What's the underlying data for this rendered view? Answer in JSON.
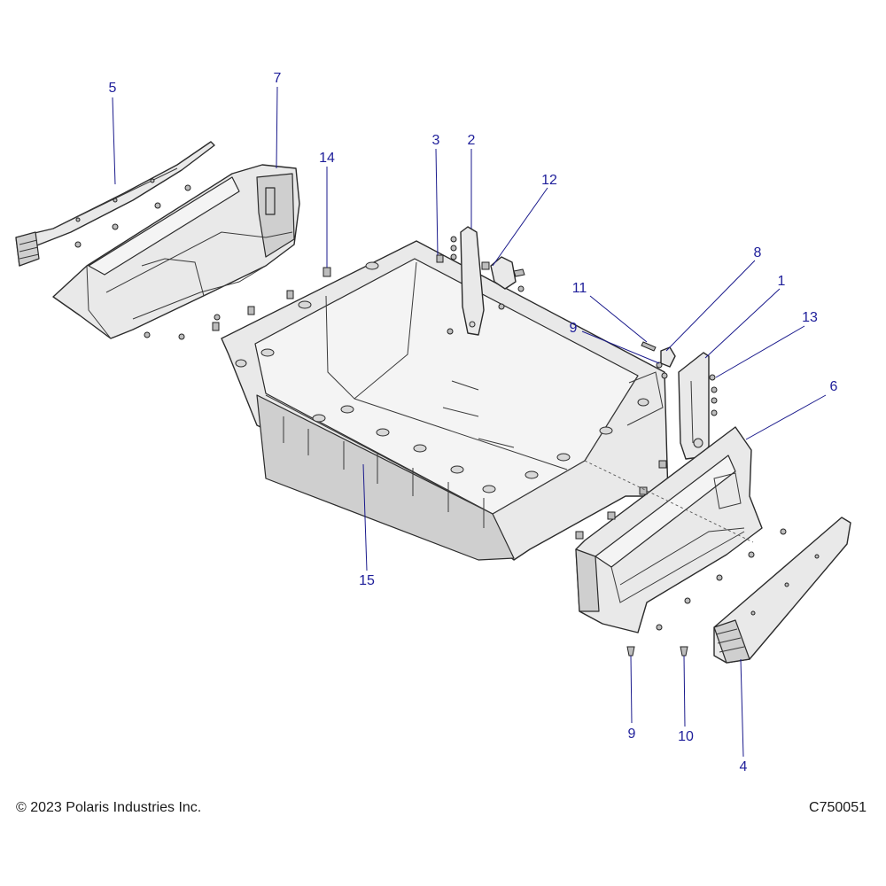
{
  "callouts": [
    {
      "id": "5",
      "text": "5"
    },
    {
      "id": "7",
      "text": "7"
    },
    {
      "id": "14",
      "text": "14"
    },
    {
      "id": "3",
      "text": "3"
    },
    {
      "id": "2",
      "text": "2"
    },
    {
      "id": "12",
      "text": "12"
    },
    {
      "id": "8",
      "text": "8"
    },
    {
      "id": "1",
      "text": "1"
    },
    {
      "id": "11",
      "text": "11"
    },
    {
      "id": "13",
      "text": "13"
    },
    {
      "id": "9a",
      "text": "9"
    },
    {
      "id": "6",
      "text": "6"
    },
    {
      "id": "15",
      "text": "15"
    },
    {
      "id": "9b",
      "text": "9"
    },
    {
      "id": "10",
      "text": "10"
    },
    {
      "id": "4",
      "text": "4"
    }
  ],
  "footer": {
    "copyright": "© 2023 Polaris Industries Inc.",
    "drawing_code": "C750051"
  },
  "colors": {
    "callout": "#1e1e9a",
    "line_art": "#2b2b2b",
    "part_fill": "#e9e9e9"
  }
}
